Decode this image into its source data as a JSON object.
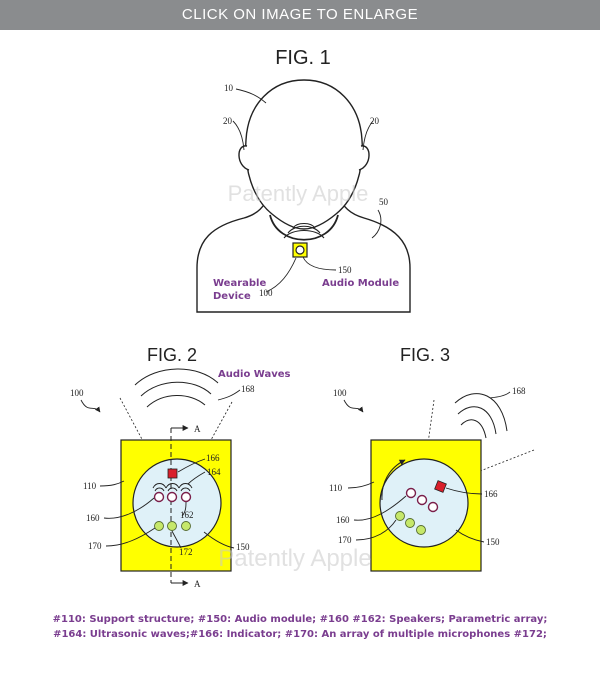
{
  "banner": {
    "text": "CLICK ON IMAGE TO ENLARGE"
  },
  "watermark": "Patently Apple",
  "fig1": {
    "title": "FIG. 1",
    "refs": {
      "head": "10",
      "ear_left": "20",
      "ear_right": "20",
      "body": "50",
      "module": "150",
      "device": "100"
    },
    "labels": {
      "audio_module": "Audio Module",
      "wearable_line1": "Wearable",
      "wearable_line2": "Device"
    }
  },
  "fig2": {
    "title": "FIG. 2",
    "audio_waves_label": "Audio Waves",
    "section_a": "A",
    "refs": {
      "device": "100",
      "waves": "168",
      "indicator": "166",
      "ultrasonic": "164",
      "support": "110",
      "speakers": "160",
      "parametric": "162",
      "mics_array": "170",
      "mics": "172",
      "module": "150"
    }
  },
  "fig3": {
    "title": "FIG. 3",
    "refs": {
      "device": "100",
      "waves": "168",
      "indicator": "166",
      "support": "110",
      "speakers": "160",
      "mics_array": "170",
      "module": "150"
    }
  },
  "caption": {
    "line1": "#110: Support structure; #150: Audio module; #160 #162: Speakers; Parametric array;",
    "line2": "#164: Ultrasonic waves;#166: Indicator; #170: An array of multiple microphones #172;"
  },
  "colors": {
    "yellow": "#ffff00",
    "disc": "#dff1f8",
    "indicator": "#d91f2b",
    "mic": "#c6e86a",
    "speaker": "#ffffff",
    "purple": "#7a3d8f",
    "banner": "#8a8c8e"
  }
}
